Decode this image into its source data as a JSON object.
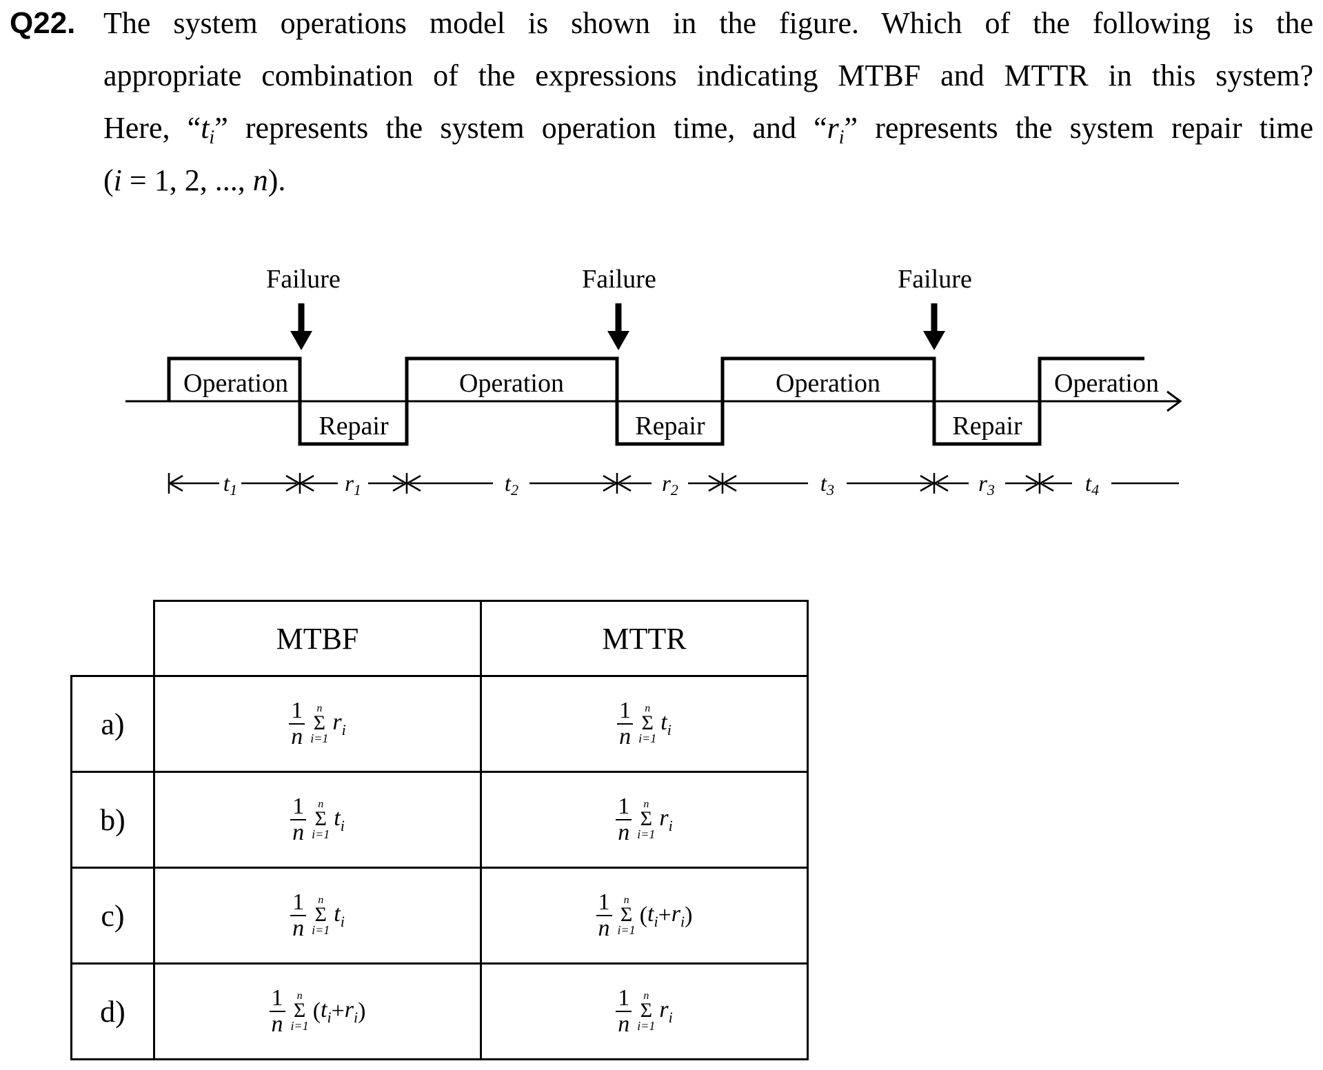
{
  "question": {
    "number": "Q22.",
    "line1": "The system operations model is shown in the figure.   Which of the following is the",
    "line2": "appropriate combination of the expressions indicating MTBF and MTTR in this system?",
    "line3_a": "Here, “",
    "line3_t": "t",
    "line3_i1": "i",
    "line3_b": "” represents the system operation time, and “",
    "line3_r": "r",
    "line3_i2": "i",
    "line3_c": "” represents the system repair time",
    "line4_a": "(",
    "line4_i": "i",
    "line4_b": " = 1, 2, ..., ",
    "line4_n": "n",
    "line4_c": ")."
  },
  "diagram": {
    "failure_labels": [
      "Failure",
      "Failure",
      "Failure"
    ],
    "operation_labels": [
      "Operation",
      "Operation",
      "Operation",
      "Operation"
    ],
    "repair_labels": [
      "Repair",
      "Repair",
      "Repair"
    ],
    "intervals": [
      {
        "symbol": "t",
        "index": "1"
      },
      {
        "symbol": "r",
        "index": "1"
      },
      {
        "symbol": "t",
        "index": "2"
      },
      {
        "symbol": "r",
        "index": "2"
      },
      {
        "symbol": "t",
        "index": "3"
      },
      {
        "symbol": "r",
        "index": "3"
      },
      {
        "symbol": "t",
        "index": "4"
      }
    ]
  },
  "table": {
    "headers": [
      "MTBF",
      "MTTR"
    ],
    "formula_parts": {
      "one": "1",
      "n": "n",
      "sigma": "Σ",
      "upper": "n",
      "lower": "i=1",
      "t": "t",
      "r": "r",
      "i": "i",
      "open": "(",
      "plus": "+",
      "close": ")"
    },
    "rows": [
      {
        "label": "a)",
        "mtbf": "r",
        "mttr": "t"
      },
      {
        "label": "b)",
        "mtbf": "t",
        "mttr": "r"
      },
      {
        "label": "c)",
        "mtbf": "t",
        "mttr": "t+r"
      },
      {
        "label": "d)",
        "mtbf": "t+r",
        "mttr": "r"
      }
    ]
  }
}
